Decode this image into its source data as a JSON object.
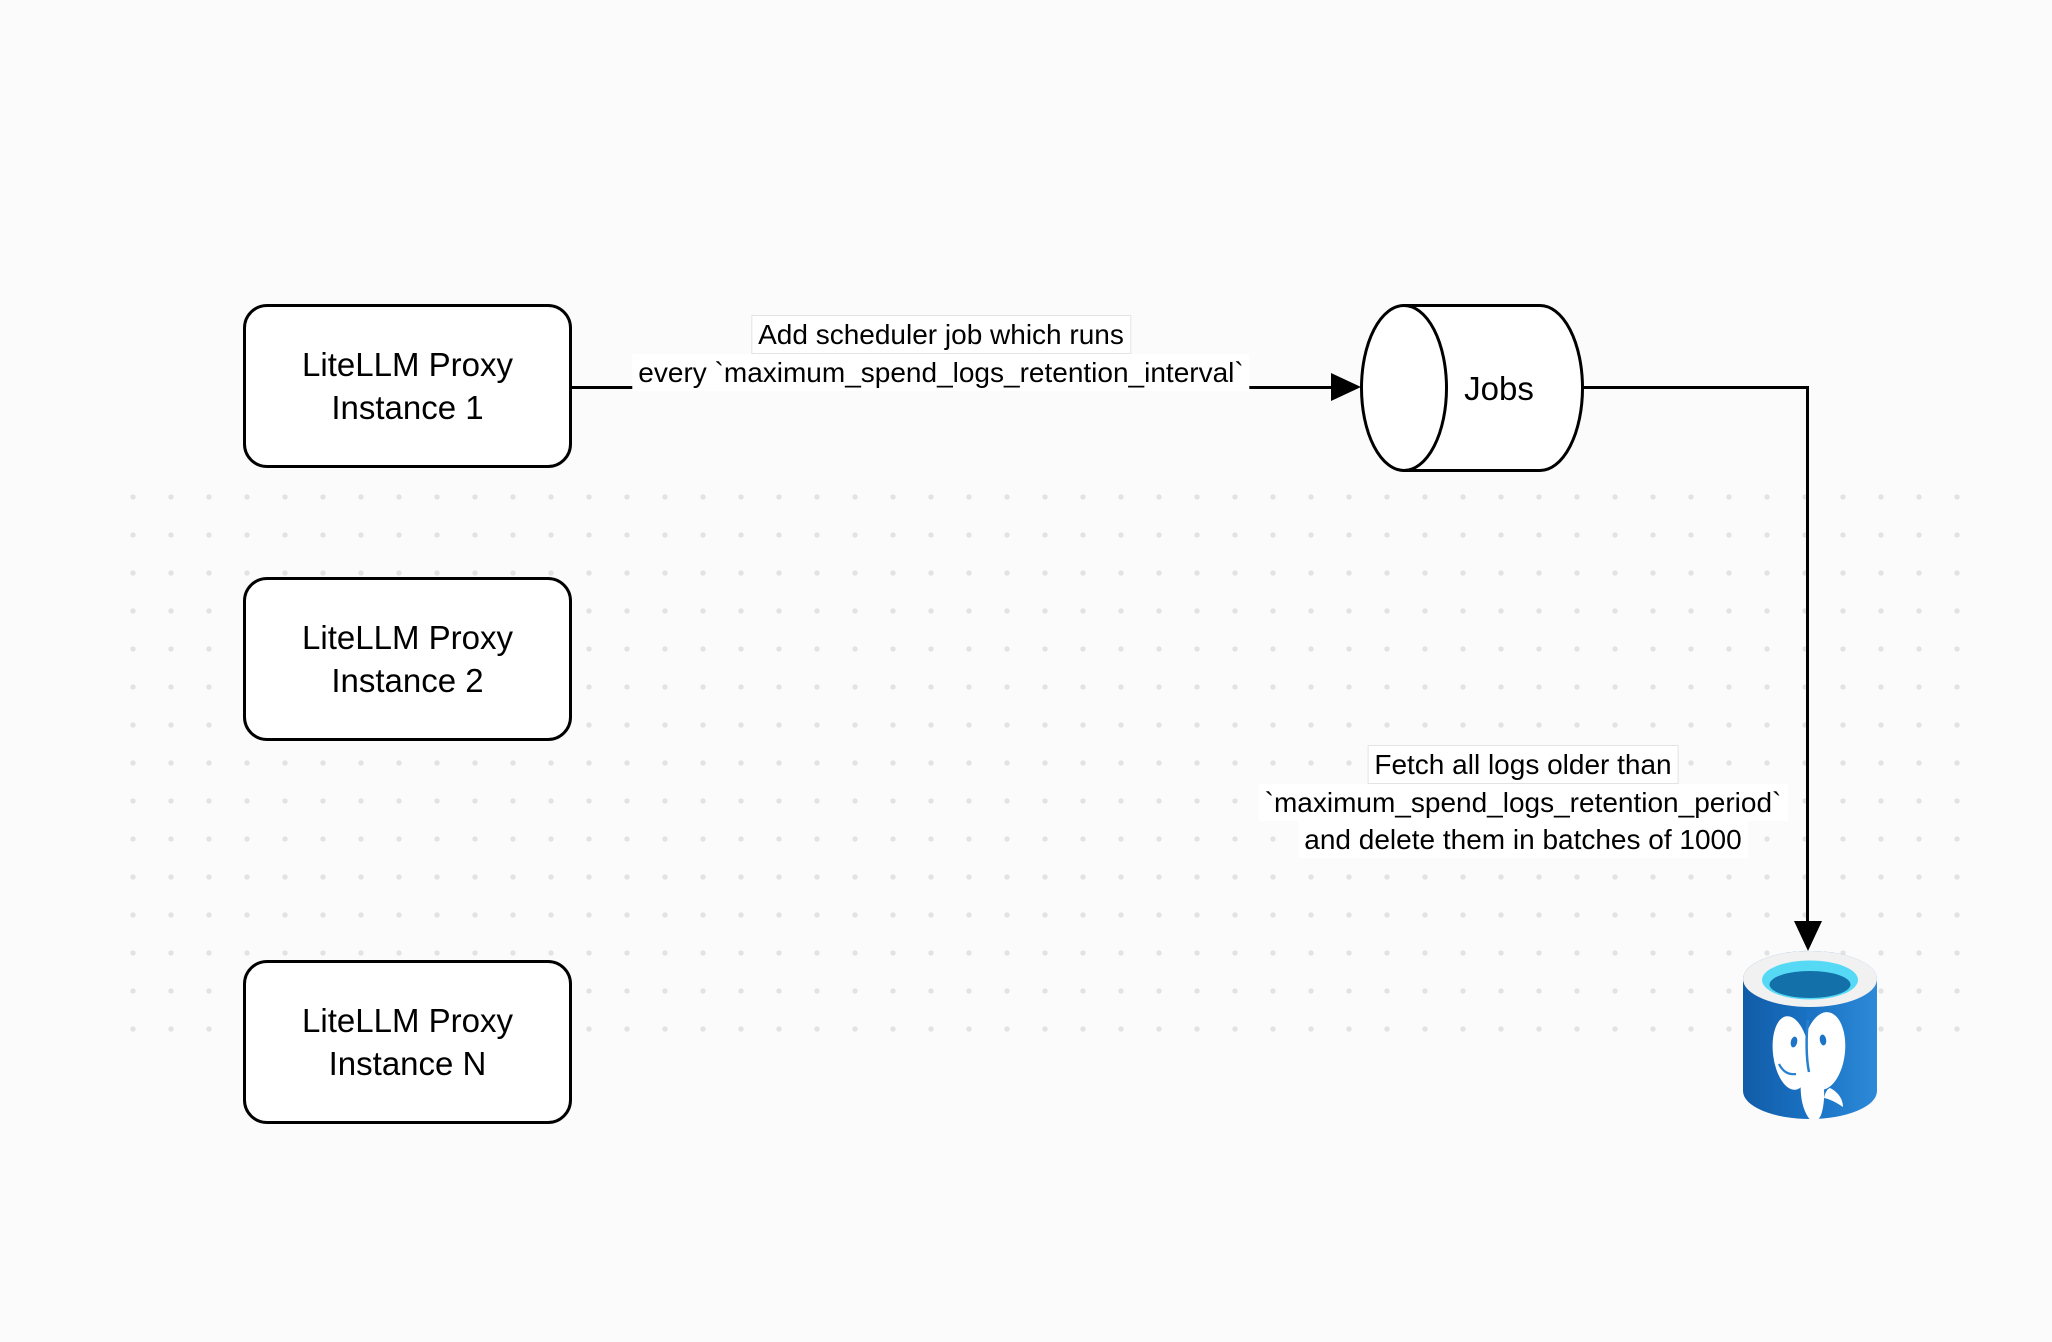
{
  "canvas": {
    "background": "#fbfbfb",
    "dot_grid_color": "#e2e2e2",
    "stroke_color": "#000000"
  },
  "nodes": {
    "proxy_instances": [
      {
        "line1": "LiteLLM Proxy",
        "line2": "Instance 1"
      },
      {
        "line1": "LiteLLM Proxy",
        "line2": "Instance 2"
      },
      {
        "line1": "LiteLLM Proxy",
        "line2": "Instance N"
      }
    ],
    "jobs_queue": {
      "label": "Jobs",
      "shape": "horizontal-cylinder"
    },
    "database": {
      "icon": "postgresql-database-icon",
      "colors": {
        "body_blue_dark": "#115ca8",
        "body_blue_light": "#2e8ad8",
        "rim": "#f1f1f1",
        "inner_cyan": "#55d9f5",
        "inner_deep_blue": "#1470a8",
        "elephant": "#ffffff"
      }
    }
  },
  "edges": {
    "add_scheduler": {
      "label_line1": "Add scheduler job which runs",
      "label_line2": "every `maximum_spend_logs_retention_interval`"
    },
    "fetch_delete": {
      "label_line1": "Fetch all logs older than",
      "label_line2": "`maximum_spend_logs_retention_period`",
      "label_line3": "and delete them in batches of 1000"
    }
  }
}
